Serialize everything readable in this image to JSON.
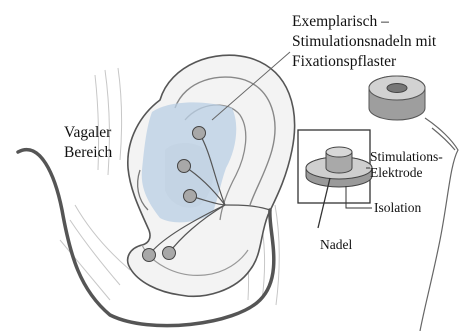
{
  "labels": {
    "exemplar_line1": "Exemplarisch –",
    "exemplar_line2": "Stimulationsnadeln mit",
    "exemplar_line3": "Fixationspflaster",
    "vagal_line1": "Vagaler",
    "vagal_line2": "Bereich",
    "electrode_line1": "Stimulations-",
    "electrode_line2": "Elektrode",
    "isolation": "Isolation",
    "needle": "Nadel"
  },
  "colors": {
    "vagal_area": "#b9cfe4",
    "electrode_dot": "#a8a8a8",
    "wire": "#555555",
    "ear_outline": "#444444"
  },
  "icons": [
    "ear-illustration",
    "stimulation-device-icon",
    "electrode-detail-icon"
  ]
}
